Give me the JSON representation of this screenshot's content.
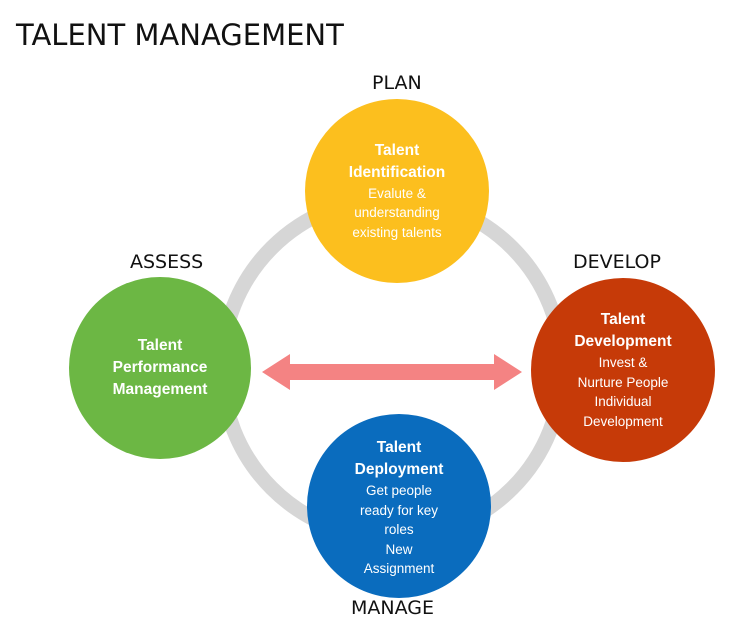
{
  "title": "TALENT MANAGEMENT",
  "colors": {
    "plan": "#fcbf1e",
    "develop": "#c63a08",
    "manage": "#0a6cbe",
    "assess": "#6cb744",
    "ring": "#d6d6d6",
    "arrow": "#f48383"
  },
  "stages": {
    "plan": {
      "label": "PLAN",
      "name": [
        "Talent",
        "Identification"
      ],
      "desc": [
        "Evalute &",
        "understanding",
        "existing talents"
      ]
    },
    "develop": {
      "label": "DEVELOP",
      "name": [
        "Talent",
        "Development"
      ],
      "desc": [
        "Invest &",
        "Nurture People",
        "Individual",
        "Development"
      ]
    },
    "manage": {
      "label": "MANAGE",
      "name": [
        "Talent",
        "Deployment"
      ],
      "desc": [
        "Get people",
        "ready for key",
        "roles",
        "New",
        "Assignment"
      ]
    },
    "assess": {
      "label": "ASSESS",
      "name": [
        "Talent",
        "Performance",
        "Management"
      ],
      "desc": []
    }
  },
  "connector": {
    "type": "double-arrow",
    "between": [
      "assess",
      "develop"
    ]
  }
}
